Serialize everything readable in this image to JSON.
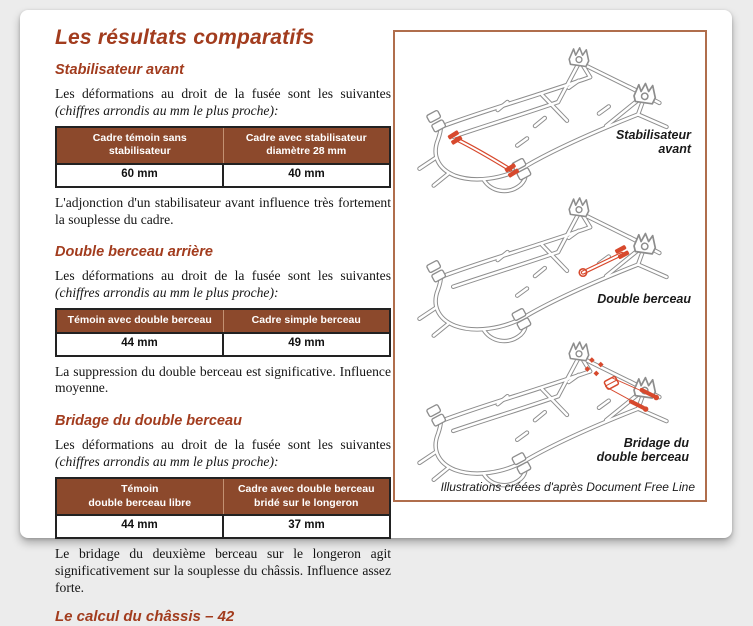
{
  "page": {
    "title": "Les résultats comparatifs",
    "footer": "Le calcul du châssis  –  42"
  },
  "sections": [
    {
      "heading": "Stabilisateur avant",
      "intro": "Les déformations au droit de la fusée sont les suivantes ",
      "intro_em": "(chiffres arrondis au mm le plus proche):",
      "table": {
        "headers": [
          "Cadre témoin sans\nstabilisateur",
          "Cadre avec stabilisateur\ndiamètre 28 mm"
        ],
        "values": [
          "60 mm",
          "40 mm"
        ]
      },
      "conclusion": "L'adjonction d'un stabilisateur avant influence très fortement la souplesse du cadre."
    },
    {
      "heading": "Double berceau arrière",
      "intro": "Les déformations au droit de la fusée sont les suivantes ",
      "intro_em": "(chiffres arrondis au mm le plus proche):",
      "table": {
        "headers": [
          "Témoin avec double berceau",
          "Cadre simple berceau"
        ],
        "values": [
          "44 mm",
          "49 mm"
        ]
      },
      "conclusion": "La suppression du double berceau est significative. Influence moyenne."
    },
    {
      "heading": "Bridage du double berceau",
      "intro": "Les déformations au droit de la fusée sont les suivantes ",
      "intro_em": "(chiffres arrondis au mm le plus proche):",
      "table": {
        "headers": [
          "Témoin\ndouble berceau libre",
          "Cadre avec double berceau\nbridé sur le longeron"
        ],
        "values": [
          "44 mm",
          "37 mm"
        ]
      },
      "conclusion": "Le bridage du deuxième berceau sur le longeron agit significativement sur la souplesse du châssis. Influence assez forte."
    }
  ],
  "panel": {
    "labels": [
      "Stabilisateur\navant",
      "Double berceau",
      "Bridage du\ndouble berceau"
    ],
    "caption": "Illustrations créées d'après Document Free Line"
  },
  "colors": {
    "brick_red": "#a23c1e",
    "table_header_brown": "#8c492c",
    "panel_border": "#b06e4c",
    "highlight_red": "#d7492d",
    "lineart_gray": "#8d8d8d"
  }
}
